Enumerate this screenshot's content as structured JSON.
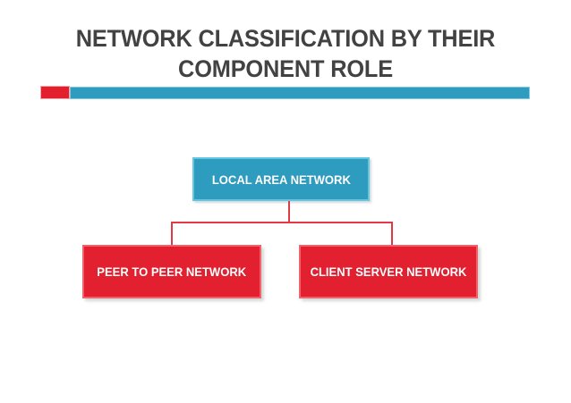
{
  "slide": {
    "background_color": "#FFFFFF",
    "title": {
      "line1": "NETWORK CLASSIFICATION BY THEIR",
      "line2": "COMPONENT ROLE",
      "color": "#424242"
    },
    "divider": {
      "accent_color": "#E41F2D",
      "bar_color": "#2D9CBF"
    }
  },
  "diagram": {
    "type": "hierarchy",
    "root": {
      "label": "LOCAL AREA NETWORK",
      "fill_color": "#2D9CBF",
      "border_color": "#63C6E2",
      "text_color": "#FFFFFF"
    },
    "children": [
      {
        "label": "PEER TO PEER NETWORK",
        "fill_color": "#E2202F",
        "border_color": "#EE636C",
        "text_color": "#FFFFFF"
      },
      {
        "label": "CLIENT SERVER NETWORK",
        "fill_color": "#E2202F",
        "border_color": "#EE636C",
        "text_color": "#FFFFFF"
      }
    ],
    "connector_color": "#E23A43"
  }
}
